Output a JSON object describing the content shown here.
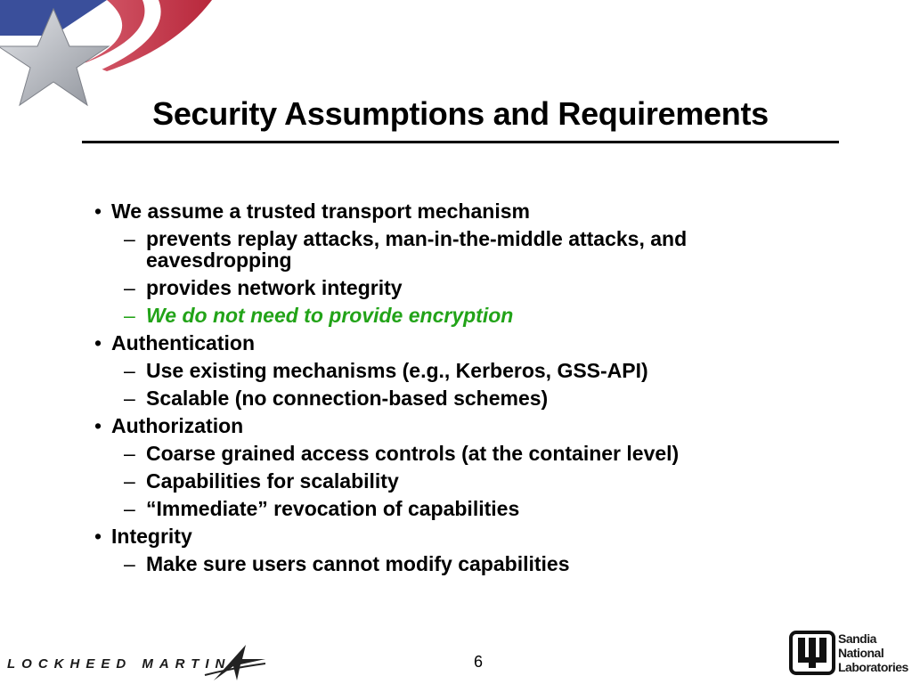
{
  "slide": {
    "title": "Security Assumptions and Requirements",
    "page_number": "6"
  },
  "colors": {
    "accent_green": "#22a318",
    "title_rule": "#000000",
    "flag_blue": "#3a4f9b",
    "flag_red": "#c8364a",
    "star_gray": "#9a9ea6"
  },
  "bullets": [
    {
      "marker": "•",
      "text": "We assume a trusted transport mechanism",
      "sub": [
        {
          "marker": "–",
          "text": "prevents replay attacks, man-in-the-middle attacks, and eavesdropping"
        },
        {
          "marker": "–",
          "text": "provides network integrity"
        },
        {
          "marker": "–",
          "text": "We do not need to provide encryption"
        }
      ]
    },
    {
      "marker": "•",
      "text": "Authentication",
      "sub": [
        {
          "marker": "–",
          "text": "Use existing mechanisms (e.g., Kerberos, GSS-API)"
        },
        {
          "marker": "–",
          "text": "Scalable (no connection-based schemes)"
        }
      ]
    },
    {
      "marker": "•",
      "text": "Authorization",
      "sub": [
        {
          "marker": "–",
          "text": "Coarse grained access controls (at the container level)"
        },
        {
          "marker": "–",
          "text": "Capabilities for scalability"
        },
        {
          "marker": "–",
          "text": "“Immediate” revocation of capabilities"
        }
      ]
    },
    {
      "marker": "•",
      "text": "Integrity",
      "sub": [
        {
          "marker": "–",
          "text": "Make sure users cannot modify capabilities"
        }
      ]
    }
  ],
  "footer": {
    "left_logo_text": "LOCKHEED MARTIN",
    "right_logo_lines": [
      "Sandia",
      "National",
      "Laboratories"
    ]
  }
}
